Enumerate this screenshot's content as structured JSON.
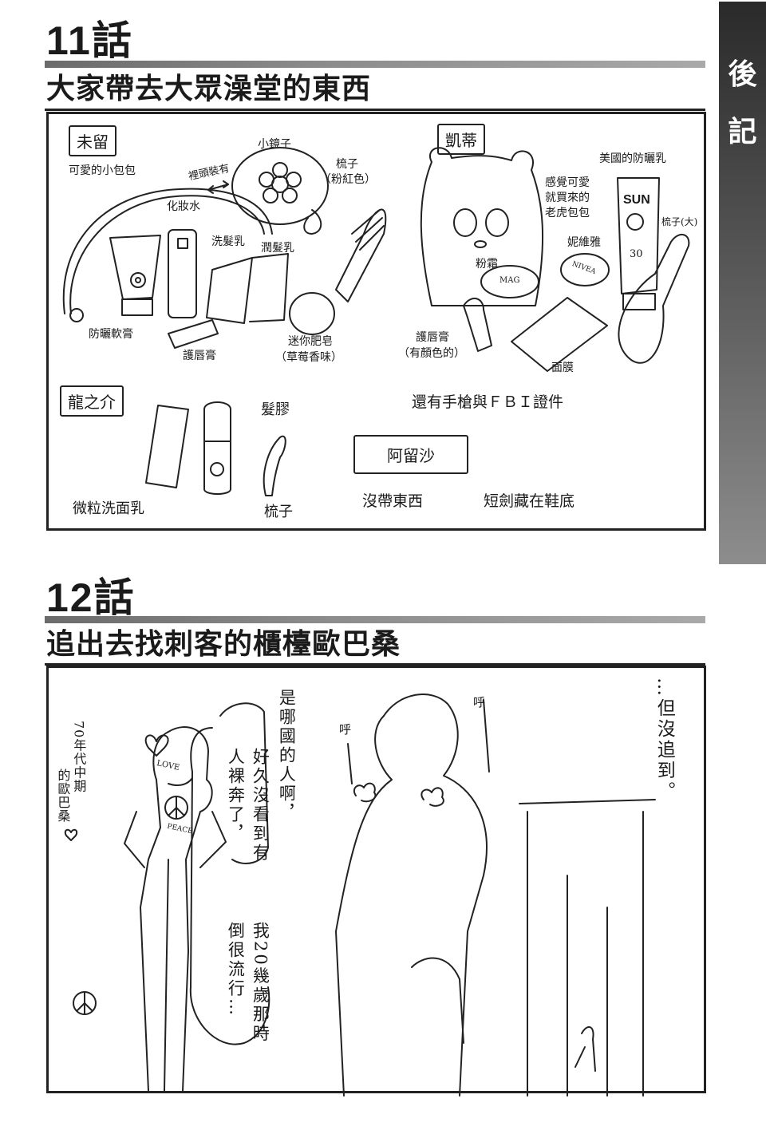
{
  "side_tab": {
    "label_1": "後",
    "label_2": "記",
    "colors": {
      "top": "#2a2a2a",
      "bottom": "#8d8d8d"
    }
  },
  "chapter11": {
    "number": "11話",
    "title": "大家帶去大眾澡堂的東西",
    "groups": {
      "mitome": {
        "name": "未留",
        "labels": {
          "pouch": "可愛的小包包",
          "inside": "裡頭裝有",
          "mirror": "小鏡子",
          "comb": "梳子",
          "comb_note": "（粉紅色）",
          "toner": "化妝水",
          "shampoo": "洗髮乳",
          "conditioner": "潤髮乳",
          "sunscreen": "防曬軟膏",
          "lipbalm": "護唇膏",
          "soap": "迷你肥皂",
          "soap_note": "（草莓香味）"
        }
      },
      "katie": {
        "name": "凱蒂",
        "labels": {
          "us_sunscreen": "美國的防曬乳",
          "tiger_bag_1": "感覺可愛",
          "tiger_bag_2": "就買來的",
          "tiger_bag_3": "老虎包包",
          "nivea": "妮維雅",
          "brush_big": "梳子(大)",
          "powder": "粉霜",
          "lipstick": "護唇膏",
          "lipstick_note": "（有顏色的）",
          "mask": "面膜",
          "extra": "還有手槍與ＦＢＩ證件"
        },
        "package_text": {
          "sun": "SUN",
          "spf": "30",
          "mag": "MAG",
          "nivea_tin": "NIVEA"
        }
      },
      "ryunosuke": {
        "name": "龍之介",
        "labels": {
          "gel": "髮膠",
          "face_wash": "微粒洗面乳",
          "comb": "梳子"
        }
      },
      "alyosha": {
        "name": "阿留沙",
        "labels": {
          "nothing": "沒帶東西",
          "dagger": "短劍藏在鞋底"
        }
      }
    }
  },
  "chapter12": {
    "number": "12話",
    "title": "追出去找刺客的櫃檯歐巴桑",
    "caption_70s": "70年代中期的歐巴桑",
    "caption_70s_col1": "70年代中期",
    "caption_70s_col2": "的歐巴桑",
    "love": "LOVE",
    "peace": "PEACE",
    "bubble1": "是哪國的人啊，",
    "bubble2_col1": "好久沒看到有",
    "bubble2_col2": "人裸奔了，",
    "bubble3_col1": "我20幾歲那時",
    "bubble3_col2": "倒很流行…",
    "sfx_1": "呼",
    "sfx_2": "呼",
    "narration": "…但沒追到。"
  }
}
